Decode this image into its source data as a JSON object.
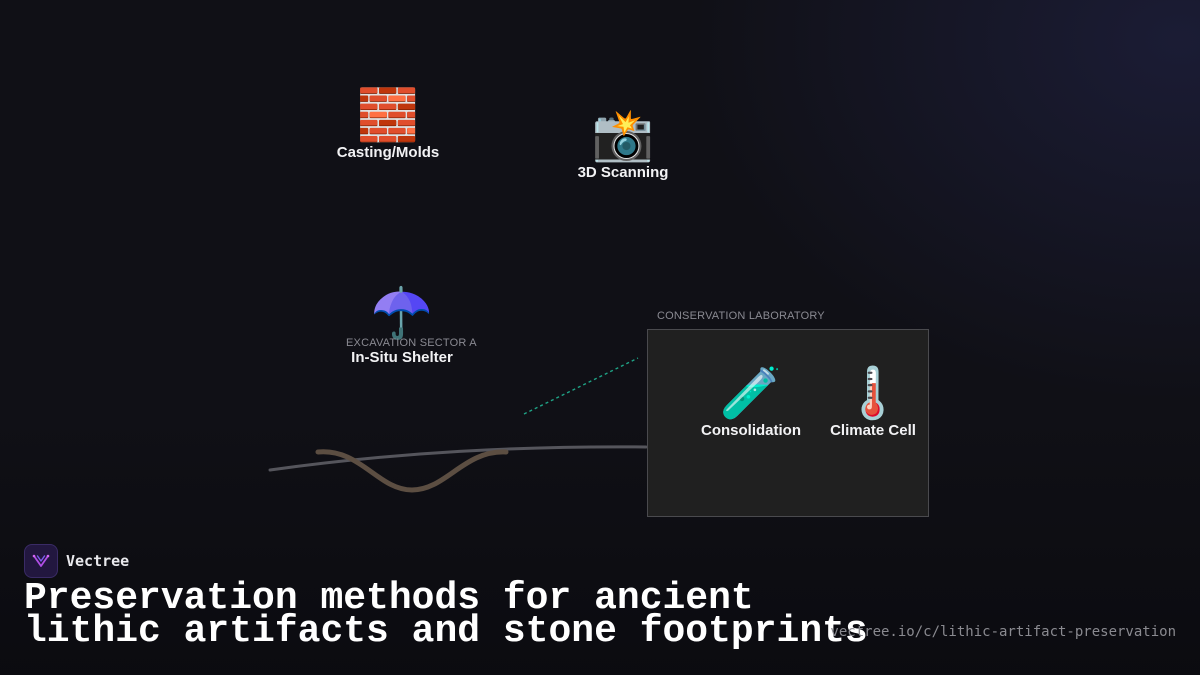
{
  "diagram": {
    "nodes": {
      "casting": {
        "icon": "🧱",
        "icon_name": "brick-wall-icon",
        "label": "Casting/Molds"
      },
      "scanning": {
        "icon": "📸",
        "icon_name": "camera-flash-icon",
        "label": "3D Scanning"
      },
      "shelter": {
        "icon": "☂️",
        "icon_name": "umbrella-icon",
        "label": "In-Situ Shelter",
        "group_label": "EXCAVATION SECTOR A"
      },
      "consolidation": {
        "icon": "🧪",
        "icon_name": "test-tube-icon",
        "label": "Consolidation"
      },
      "climate": {
        "icon": "🌡️",
        "icon_name": "thermometer-icon",
        "label": "Climate Cell"
      }
    },
    "lab_group_label": "CONSERVATION LABORATORY",
    "colors": {
      "wire_brown": "#5c4e42",
      "wire_gray": "#55555c",
      "dashed_teal": "#1fa386",
      "lab_fill": "#202020"
    }
  },
  "footer": {
    "brand_name": "Vectree",
    "title_line1": "Preservation methods for ancient",
    "title_line2": "lithic artifacts and stone footprints",
    "url": "vectree.io/c/lithic-artifact-preservation"
  }
}
